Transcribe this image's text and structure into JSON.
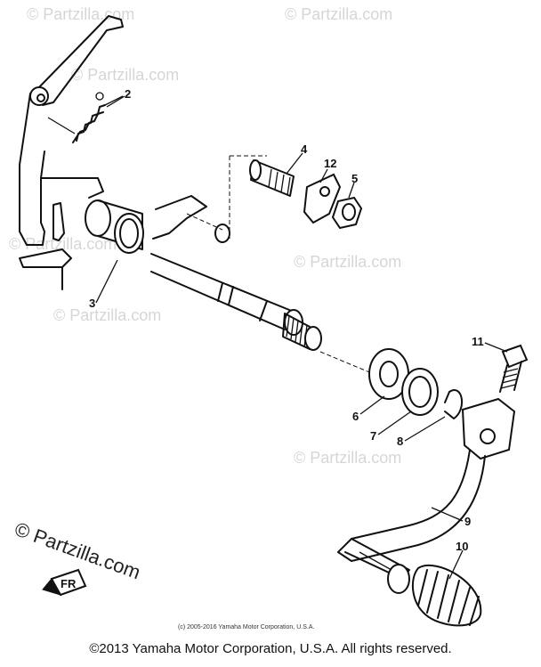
{
  "watermark": {
    "text": "© Partzilla.com",
    "prominent_text": "© Partzilla.com"
  },
  "diagram": {
    "inline_copyright": "(c) 2005-2016 Yamaha Motor Corporation, U.S.A.",
    "callouts": [
      "2",
      "4",
      "12",
      "5",
      "3",
      "11",
      "6",
      "7",
      "8",
      "9",
      "10"
    ],
    "fr_mark": "FR"
  },
  "footer": {
    "copyright": "©2013 Yamaha Motor Corporation, U.S.A. All rights reserved."
  }
}
